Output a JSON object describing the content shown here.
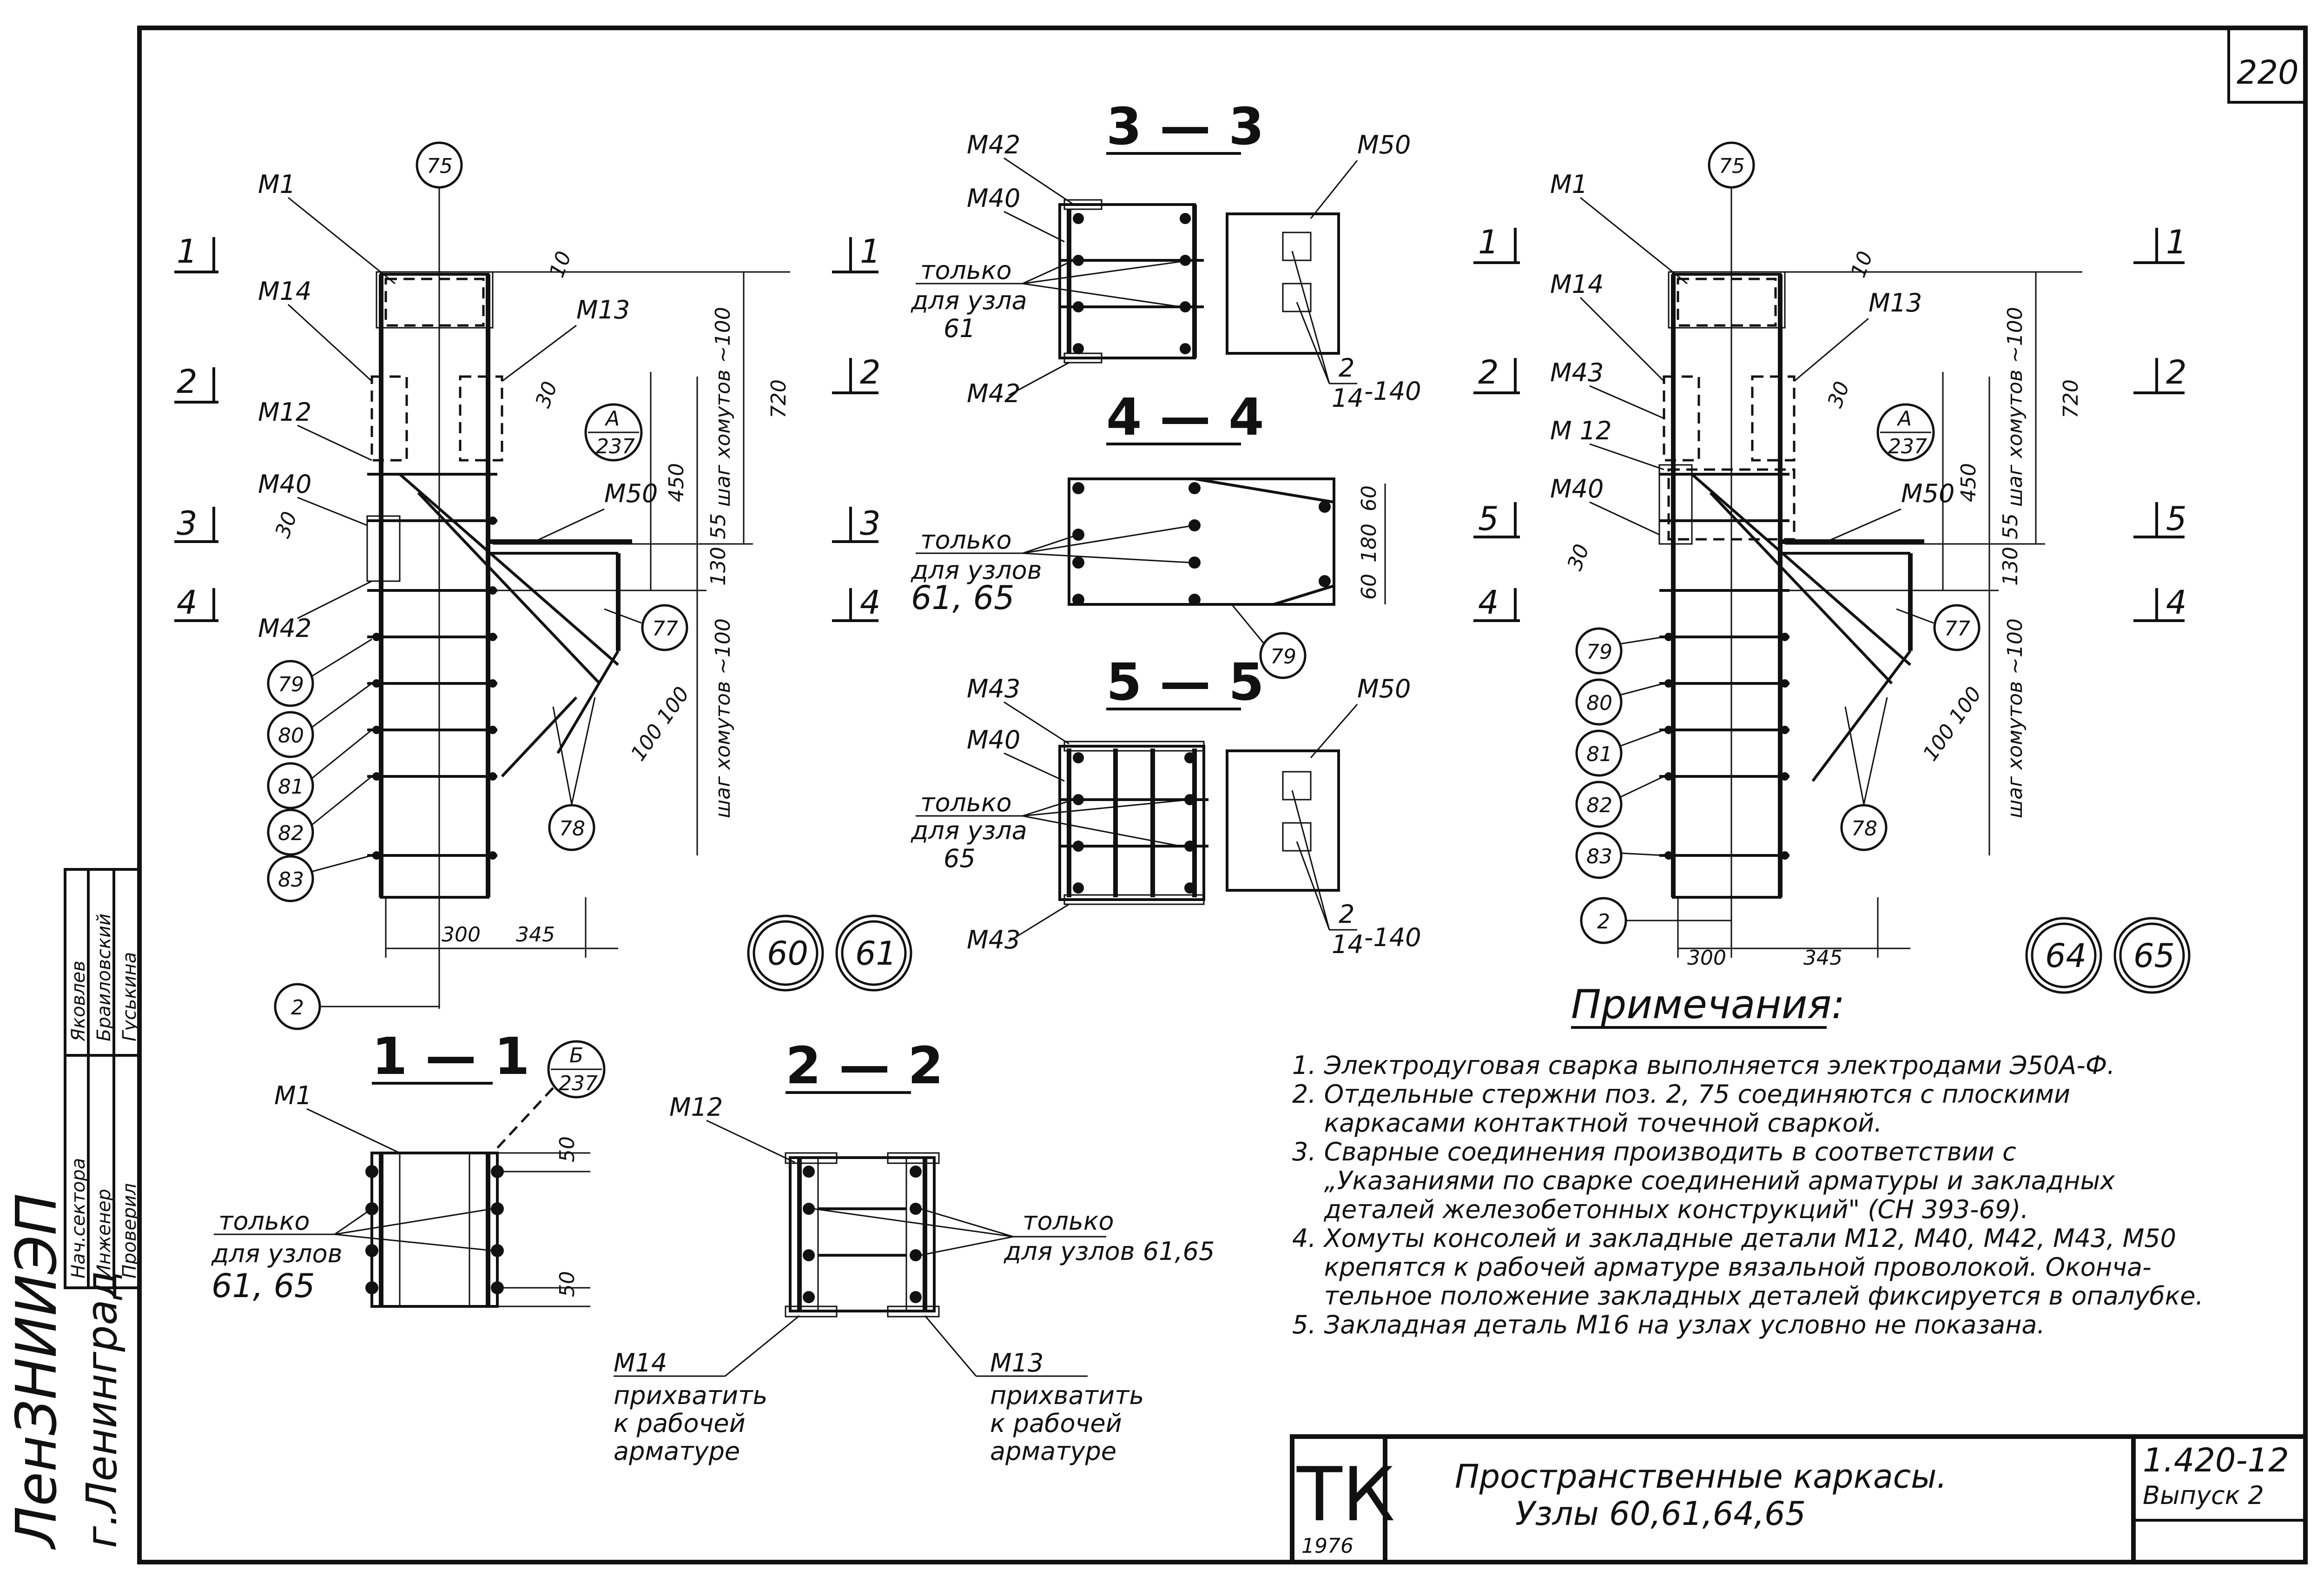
{
  "sheet": {
    "number": "220",
    "designation": "1.420-12",
    "issue": "Выпуск 2",
    "org_stamp": "ТК",
    "year": "1976",
    "title_line1": "Пространственные каркасы.",
    "title_line2": "Узлы 60,61,64,65",
    "institute": "ЛенЗНИИЭП",
    "city": "г.Ленинград",
    "roles": [
      "Нач.сектора",
      "Инженер",
      "Проверил"
    ],
    "names": [
      "Яковлев",
      "Браиловский",
      "Гуськина"
    ]
  },
  "left_node": {
    "node_labels": [
      "60",
      "61"
    ],
    "marks": [
      "М1",
      "М14",
      "М13",
      "М12",
      "М40",
      "М50",
      "М42"
    ],
    "positions": [
      "75",
      "79",
      "80",
      "81",
      "82",
      "83",
      "2",
      "77",
      "78"
    ],
    "callout": {
      "top": "А",
      "bottom": "237"
    },
    "section_cuts_left": [
      "1",
      "2",
      "3",
      "4"
    ],
    "section_cuts_right": [
      "1",
      "2",
      "3",
      "4"
    ],
    "dims": {
      "d10": "10",
      "d720": "720",
      "d450": "450",
      "d30a": "30",
      "d30b": "30",
      "d55": "55",
      "d130": "130",
      "d100": "100 100",
      "d300": "300",
      "d345": "345"
    },
    "step_top": "шаг хомутов ~100",
    "step_bottom": "шаг хомутов ~100"
  },
  "right_node": {
    "node_labels": [
      "64",
      "65"
    ],
    "marks": [
      "М1",
      "М14",
      "М13",
      "М43",
      "М 12",
      "М40",
      "М50"
    ],
    "positions": [
      "75",
      "79",
      "80",
      "81",
      "82",
      "83",
      "2",
      "77",
      "78"
    ],
    "callout": {
      "top": "А",
      "bottom": "237"
    },
    "section_cuts_left": [
      "1",
      "2",
      "5",
      "4"
    ],
    "section_cuts_right": [
      "1",
      "2",
      "5",
      "4"
    ],
    "dims": {
      "d10": "10",
      "d720": "720",
      "d450": "450",
      "d30a": "30",
      "d30b": "30",
      "d55": "55",
      "d130": "130",
      "d100": "100 100",
      "d300": "300",
      "d345": "345"
    },
    "step_top": "шаг хомутов ~100",
    "step_bottom": "шаг хомутов ~100"
  },
  "sections": {
    "s33": {
      "title": "3 — 3",
      "marks": [
        "М42",
        "М40",
        "М50",
        "М42"
      ],
      "note1": "только",
      "note2": "для узла",
      "note3": "61",
      "weld1": "2",
      "weld2": "14",
      "weld3": "-140"
    },
    "s44": {
      "title": "4 — 4",
      "note1": "только",
      "note2": "для узлов",
      "note3": "61, 65",
      "dims": [
        "60",
        "180",
        "60"
      ],
      "pos": "79"
    },
    "s55": {
      "title": "5 — 5",
      "marks": [
        "М43",
        "М40",
        "М50",
        "М43"
      ],
      "note1": "только",
      "note2": "для узла",
      "note3": "65",
      "weld1": "2",
      "weld2": "14",
      "weld3": "-140"
    },
    "s11": {
      "title": "1 — 1",
      "mark": "М1",
      "callout_top": "Б",
      "callout_bottom": "237",
      "note1": "только",
      "note2": "для узлов",
      "note3": "61, 65",
      "dims": [
        "50",
        "50"
      ]
    },
    "s22": {
      "title": "2 — 2",
      "mark": "М12",
      "note1": "только",
      "note2": "для узлов 61,65",
      "left_mark": "М14",
      "left_text": [
        "прихватить",
        "к рабочей",
        "арматуре"
      ],
      "right_mark": "М13",
      "right_text": [
        "прихватить",
        "к рабочей",
        "арматуре"
      ]
    }
  },
  "notes": {
    "title": "Примечания:",
    "items": [
      "1. Электродуговая сварка выполняется электродами Э50А-Ф.",
      "2. Отдельные стержни поз. 2, 75   соединяются с плоскими",
      "    каркасами контактной точечной сваркой.",
      "3. Сварные соединения производить в соответствии с",
      "    „Указаниями по сварке соединений арматуры и закладных",
      "    деталей железобетонных конструкций\" (СН 393-69).",
      "4. Хомуты консолей и закладные детали М12, М40, М42, М43, М50",
      "    крепятся к рабочей арматуре вязальной проволокой. Оконча-",
      "    тельное положение закладных деталей фиксируется в опалубке.",
      "5. Закладная деталь М16 на узлах условно не показана."
    ]
  }
}
